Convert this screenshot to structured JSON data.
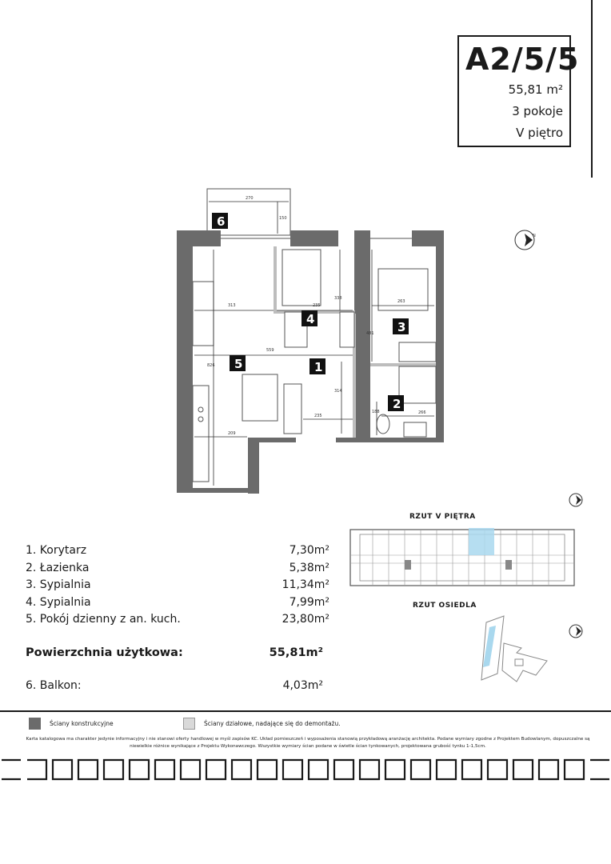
{
  "unit": {
    "code": "A2/5/5",
    "area": "55,81 m²",
    "rooms": "3 pokoje",
    "floor": "V piętro"
  },
  "plan": {
    "room_numbers": [
      "1",
      "2",
      "3",
      "4",
      "5",
      "6"
    ],
    "dimensions": [
      "270",
      "150",
      "313",
      "235",
      "338",
      "559",
      "263",
      "481",
      "826",
      "314",
      "235",
      "209",
      "188",
      "266"
    ]
  },
  "room_list": [
    {
      "name": "1. Korytarz",
      "area": "7,30m²"
    },
    {
      "name": "2. Łazienka",
      "area": "5,38m²"
    },
    {
      "name": "3. Sypialnia",
      "area": "11,34m²"
    },
    {
      "name": "4. Sypialnia",
      "area": "7,99m²"
    },
    {
      "name": "5. Pokój dzienny z an. kuch.",
      "area": "23,80m²"
    }
  ],
  "total": {
    "label": "Powierzchnia użytkowa:",
    "area": "55,81m²"
  },
  "balcony": {
    "name": "6. Balkon:",
    "area": "4,03m²"
  },
  "maps": {
    "floor_plan_title": "RZUT V PIĘTRA",
    "estate_title": "RZUT OSIEDLA"
  },
  "legend": {
    "structural": "Ściany konstrukcyjne",
    "partition": "Ściany działowe, nadające się do demontażu."
  },
  "disclaimer": "Karta katalogowa ma charakter jedynie informacyjny i nie stanowi oferty handlowej w myśl zapisów KC. Układ pomieszczeń i wyposażenia stanowią przykładową aranżację architekta. Podane wymiary zgodne z Projektem Budowlanym, dopuszczalne są niewielkie różnice wynikające z Projektu Wykonawczego. Wszystkie wymiary ścian podane w świetle ścian tynkowanych, projektowana grubość tynku 1-1,5cm.",
  "colors": {
    "structural_wall": "#6b6b6b",
    "partition_wall": "#d9d9d9",
    "unit_highlight": "#a9d8ee",
    "ink": "#1a1a1a"
  }
}
